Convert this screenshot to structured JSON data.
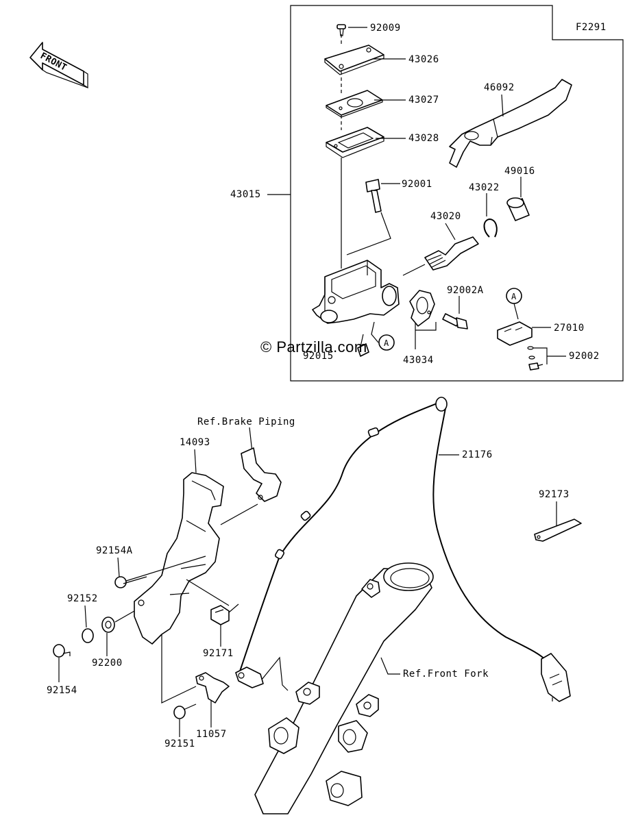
{
  "diagram": {
    "figure_id": "F2291",
    "front_label": "FRONT",
    "watermark": "© Partzilla.com",
    "ref_labels": {
      "brake_piping": "Ref.Brake Piping",
      "front_fork": "Ref.Front Fork"
    },
    "callout_letters": [
      "A",
      "A"
    ],
    "part_numbers": {
      "p92009": "92009",
      "p43026": "43026",
      "p43027": "43027",
      "p43028": "43028",
      "p46092": "46092",
      "p43015": "43015",
      "p92001": "92001",
      "p43022": "43022",
      "p49016": "49016",
      "p43020": "43020",
      "p92002A": "92002A",
      "p27010": "27010",
      "p92002": "92002",
      "p43034": "43034",
      "p92015": "92015",
      "p14093": "14093",
      "p21176": "21176",
      "p92173": "92173",
      "p92154A": "92154A",
      "p92152": "92152",
      "p92200": "92200",
      "p92154": "92154",
      "p92171": "92171",
      "p11057": "11057",
      "p92151": "92151"
    }
  }
}
